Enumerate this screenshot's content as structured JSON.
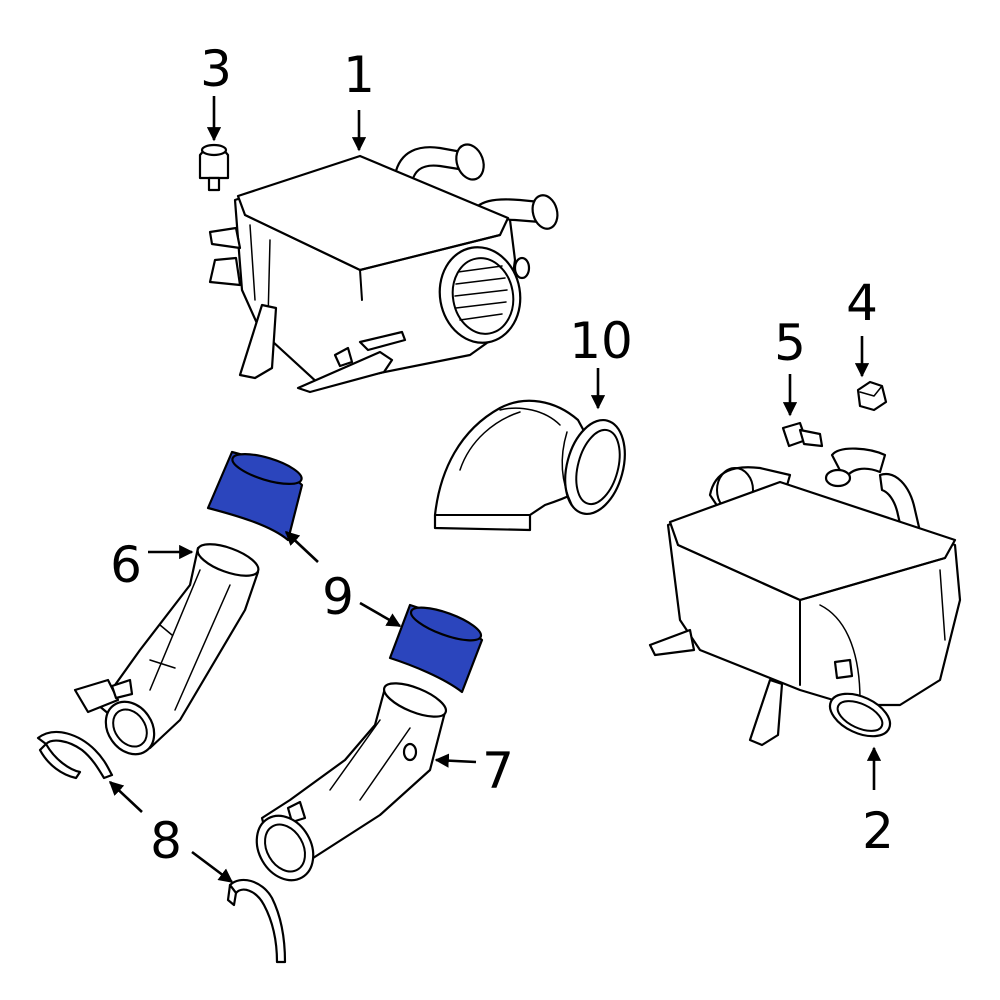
{
  "callouts": {
    "c1": "1",
    "c2": "2",
    "c3": "3",
    "c4": "4",
    "c5": "5",
    "c6": "6",
    "c7": "7",
    "c8": "8",
    "c9": "9",
    "c10": "10"
  },
  "colors": {
    "highlight": "#2b45bd",
    "line": "#000000",
    "background": "#ffffff"
  }
}
